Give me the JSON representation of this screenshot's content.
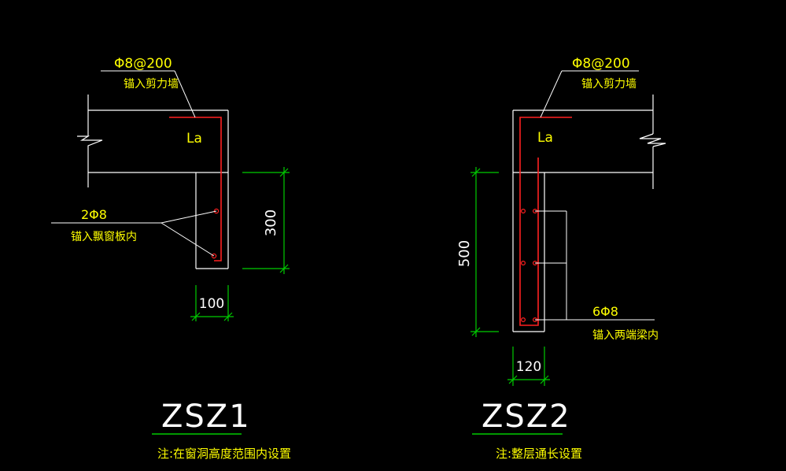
{
  "colors": {
    "background": "#000000",
    "outline": "#ffffff",
    "rebar": "#ff2020",
    "dimension": "#00cc00",
    "annotation_text": "#ffff00",
    "dimension_text": "#ffffff",
    "title_text": "#ffffff",
    "title_underline": "#00cc00",
    "leader": "#ffffff"
  },
  "detail_1": {
    "top_callout_line1": "Φ8@200",
    "top_callout_line2": "锚入剪力墙",
    "anchor_label": "La",
    "side_callout_line1": "2Φ8",
    "side_callout_line2": "锚入飘窗板内",
    "dim_height": "300",
    "dim_width": "100",
    "title": "ZSZ1",
    "note": "注:在窗洞高度范围内设置"
  },
  "detail_2": {
    "top_callout_line1": "Φ8@200",
    "top_callout_line2": "锚入剪力墙",
    "anchor_label": "La",
    "side_callout_line1": "6Φ8",
    "side_callout_line2": "锚入两端梁内",
    "dim_height": "500",
    "dim_width": "120",
    "title": "ZSZ2",
    "note": "注:整层通长设置"
  }
}
